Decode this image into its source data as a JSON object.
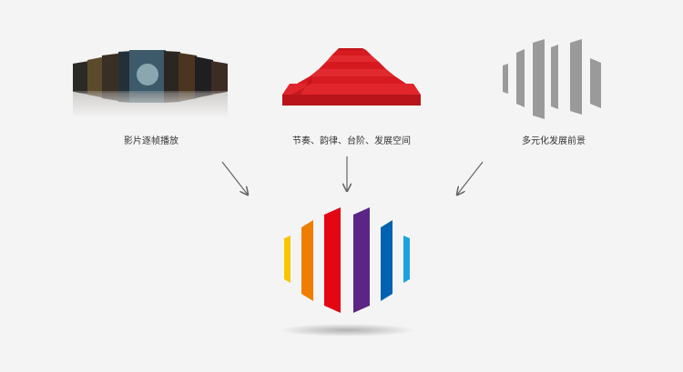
{
  "concepts": [
    {
      "label": "影片逐帧播放",
      "icon": "film-frames"
    },
    {
      "label": "节奏、韵律、台阶、发展空间",
      "icon": "red-carpet-stairs"
    },
    {
      "label": "多元化发展前景",
      "icon": "gray-bars"
    }
  ],
  "result": {
    "icon": "colored-bars-logo"
  },
  "colors": {
    "background": "#f4f4f4",
    "arrow": "#666666",
    "gray_bar": "#9a9a9a",
    "stairs": "#d71920",
    "logo_bars": [
      "#f7c600",
      "#ef7d00",
      "#e30613",
      "#5b2586",
      "#0062b1",
      "#1ba3dd"
    ]
  }
}
